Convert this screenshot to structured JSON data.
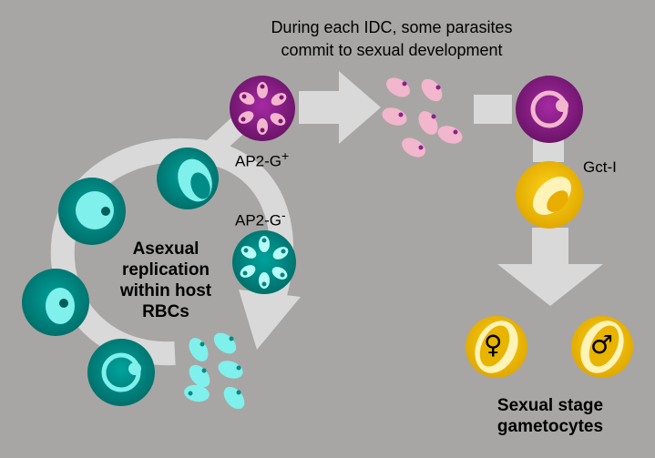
{
  "colors": {
    "background": "#a8a6a4",
    "arrow": "#dcdcdc",
    "teal": "#008b86",
    "teal_light": "#80f0ec",
    "purple": "#8e1f8c",
    "pink": "#f2b6cd",
    "yellow": "#f5c400",
    "yellow_light": "#fff3b8"
  },
  "labels": {
    "header_line1": "During each IDC, some parasites",
    "header_line2": "commit to sexual development",
    "ap2_pos_base": "AP2-G",
    "ap2_pos_sup": "+",
    "ap2_neg_base": "AP2-G",
    "ap2_neg_sup": "-",
    "gct": "Gct-I",
    "asexual_1": "Asexual",
    "asexual_2": "replication",
    "asexual_3": "within host",
    "asexual_4": "RBCs",
    "sexual_1": "Sexual stage",
    "sexual_2": "gametocytes",
    "female_symbol": "♀",
    "male_symbol": "♂"
  }
}
